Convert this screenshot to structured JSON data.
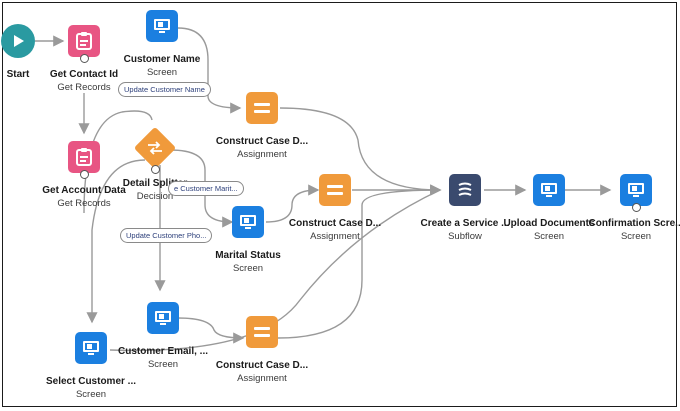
{
  "nodes": [
    {
      "id": "start",
      "kind": "start",
      "label": "Start",
      "sublabel": ""
    },
    {
      "id": "get-contact",
      "kind": "record",
      "label": "Get Contact Id",
      "sublabel": "Get Records"
    },
    {
      "id": "get-account",
      "kind": "record",
      "label": "Get Account Data",
      "sublabel": "Get Records"
    },
    {
      "id": "customer-name",
      "kind": "screen",
      "label": "Customer Name",
      "sublabel": "Screen"
    },
    {
      "id": "detail-splitter",
      "kind": "decision",
      "label": "Detail Splitter",
      "sublabel": "Decision"
    },
    {
      "id": "construct-1",
      "kind": "assign",
      "label": "Construct Case D...",
      "sublabel": "Assignment"
    },
    {
      "id": "marital-status",
      "kind": "screen",
      "label": "Marital Status",
      "sublabel": "Screen"
    },
    {
      "id": "construct-2",
      "kind": "assign",
      "label": "Construct Case D...",
      "sublabel": "Assignment"
    },
    {
      "id": "customer-email",
      "kind": "screen",
      "label": "Customer Email, ...",
      "sublabel": "Screen"
    },
    {
      "id": "construct-3",
      "kind": "assign",
      "label": "Construct Case D...",
      "sublabel": "Assignment"
    },
    {
      "id": "select-customer",
      "kind": "screen",
      "label": "Select Customer ...",
      "sublabel": "Screen"
    },
    {
      "id": "create-service",
      "kind": "subflow",
      "label": "Create a Service ...",
      "sublabel": "Subflow"
    },
    {
      "id": "upload-documents",
      "kind": "screen",
      "label": "Upload Documents",
      "sublabel": "Screen"
    },
    {
      "id": "confirmation",
      "kind": "screen",
      "label": "Confirmation Scre...",
      "sublabel": "Screen"
    }
  ],
  "outcomes": [
    {
      "id": "update-name",
      "label": "Update Customer Name"
    },
    {
      "id": "update-marital",
      "label": "e Customer Marit..."
    },
    {
      "id": "update-phone",
      "label": "Update Customer Pho..."
    }
  ],
  "colors": {
    "screen": "#1b7fe0",
    "record": "#e85583",
    "assignment": "#f09a3b",
    "decision": "#f09a3b",
    "subflow": "#3a4a6e",
    "start": "#2a9aa1",
    "connector": "#9a9a9a"
  }
}
